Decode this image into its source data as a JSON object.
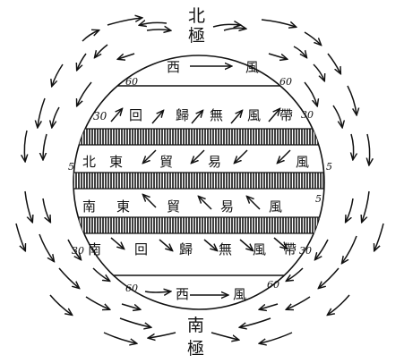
{
  "poles": {
    "north": [
      "北",
      "極"
    ],
    "south": [
      "南",
      "極"
    ]
  },
  "bands": {
    "top_westerly": [
      "西",
      "風"
    ],
    "top_calm": [
      "回",
      "歸",
      "無",
      "風",
      "帶"
    ],
    "ne_trade": [
      "北",
      "東",
      "貿",
      "易",
      "風"
    ],
    "se_trade": [
      "南",
      "東",
      "貿",
      "易",
      "風"
    ],
    "bottom_calm": [
      "南",
      "回",
      "歸",
      "無",
      "風",
      "帶"
    ],
    "bottom_westerly": [
      "西",
      "風"
    ]
  },
  "latitude_labels": {
    "n60": "60",
    "n60_right": "60",
    "n30_left": "30",
    "n30_right": "30",
    "n5_left": "5",
    "n5_right": "5",
    "s5_right": "5",
    "s30_left": "30",
    "s30_right": "30",
    "s60": "60",
    "s60_right": "60"
  }
}
